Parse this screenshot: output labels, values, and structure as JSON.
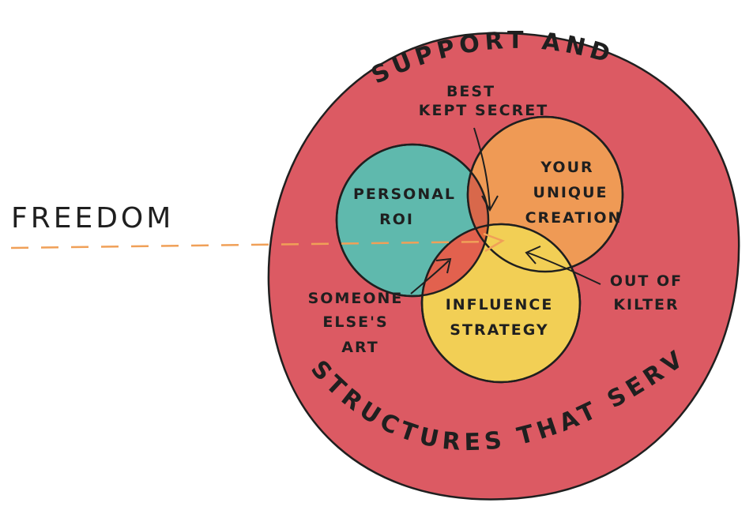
{
  "side_label": "FREEDOM",
  "outer": {
    "top_label": "SUPPORT AND",
    "bottom_label": "STRUCTURES THAT SERVE"
  },
  "circles": {
    "personal_roi": [
      "PERSONAL",
      "ROI"
    ],
    "unique_creation": [
      "YOUR",
      "UNIQUE",
      "CREATION"
    ],
    "influence_strategy": [
      "INFLUENCE",
      "STRATEGY"
    ]
  },
  "callouts": {
    "best_kept_secret": [
      "BEST",
      "KEPT SECRET"
    ],
    "someone_elses_art": [
      "SOMEONE",
      "ELSE'S",
      "ART"
    ],
    "out_of_kilter": [
      "OUT OF",
      "KILTER"
    ]
  },
  "colors": {
    "outer": "#dc5a63",
    "teal": "#5fb9ad",
    "orange": "#ef9a55",
    "yellow": "#f2cf55",
    "center": "#e0693c",
    "dash": "#f0a058",
    "ink": "#1f1f1f"
  }
}
